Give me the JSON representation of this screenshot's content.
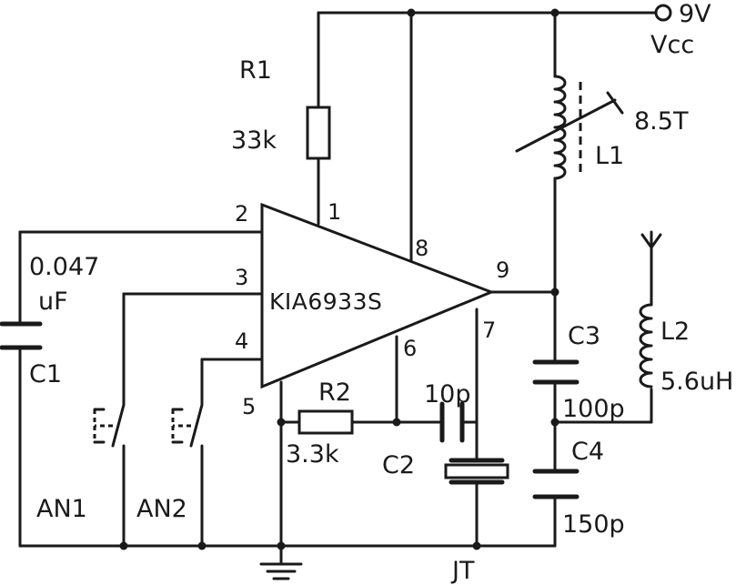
{
  "supply": {
    "voltage": "9V",
    "name": "Vcc"
  },
  "ic": {
    "name": "KIA6933S",
    "pins": [
      "1",
      "2",
      "3",
      "4",
      "5",
      "6",
      "7",
      "8",
      "9"
    ]
  },
  "components": {
    "R1": {
      "ref": "R1",
      "value": "33k"
    },
    "R2": {
      "ref": "R2",
      "value": "3.3k"
    },
    "C1": {
      "ref": "C1",
      "value_line1": "0.047",
      "value_line2": "uF"
    },
    "C2": {
      "ref": "C2",
      "value": "10p"
    },
    "C3": {
      "ref": "C3",
      "value": "100p"
    },
    "C4": {
      "ref": "C4",
      "value": "150p"
    },
    "L1": {
      "ref": "L1",
      "value": "8.5T"
    },
    "L2": {
      "ref": "L2",
      "value": "5.6uH"
    },
    "AN1": {
      "ref": "AN1"
    },
    "AN2": {
      "ref": "AN2"
    },
    "JT": {
      "ref": "JT"
    }
  }
}
